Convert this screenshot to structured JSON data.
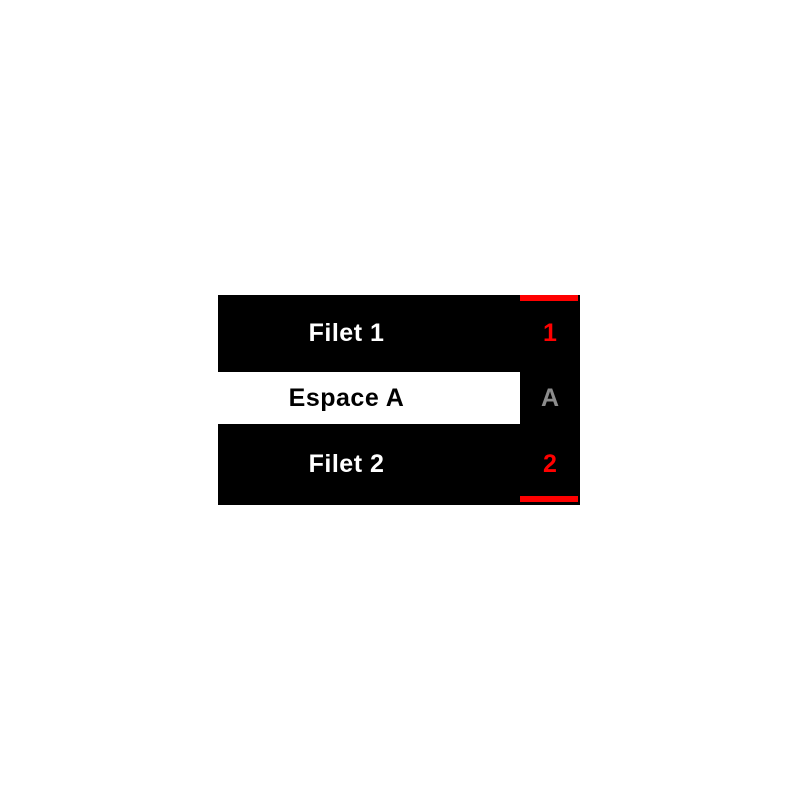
{
  "diagram": {
    "title": "thread-and-space-diagram",
    "rows": [
      {
        "label": "Filet 1",
        "marker": "1",
        "marker_color": "#ff0000"
      },
      {
        "label": "Espace A",
        "marker": "A",
        "marker_color": "#8c8c8c"
      },
      {
        "label": "Filet 2",
        "marker": "2",
        "marker_color": "#ff0000"
      }
    ],
    "colors": {
      "box_background": "#000000",
      "label_text": "#ffffff",
      "band_background": "#ffffff",
      "band_text": "#000000",
      "accent_red": "#ff0000",
      "muted_gray": "#8c8c8c"
    }
  }
}
